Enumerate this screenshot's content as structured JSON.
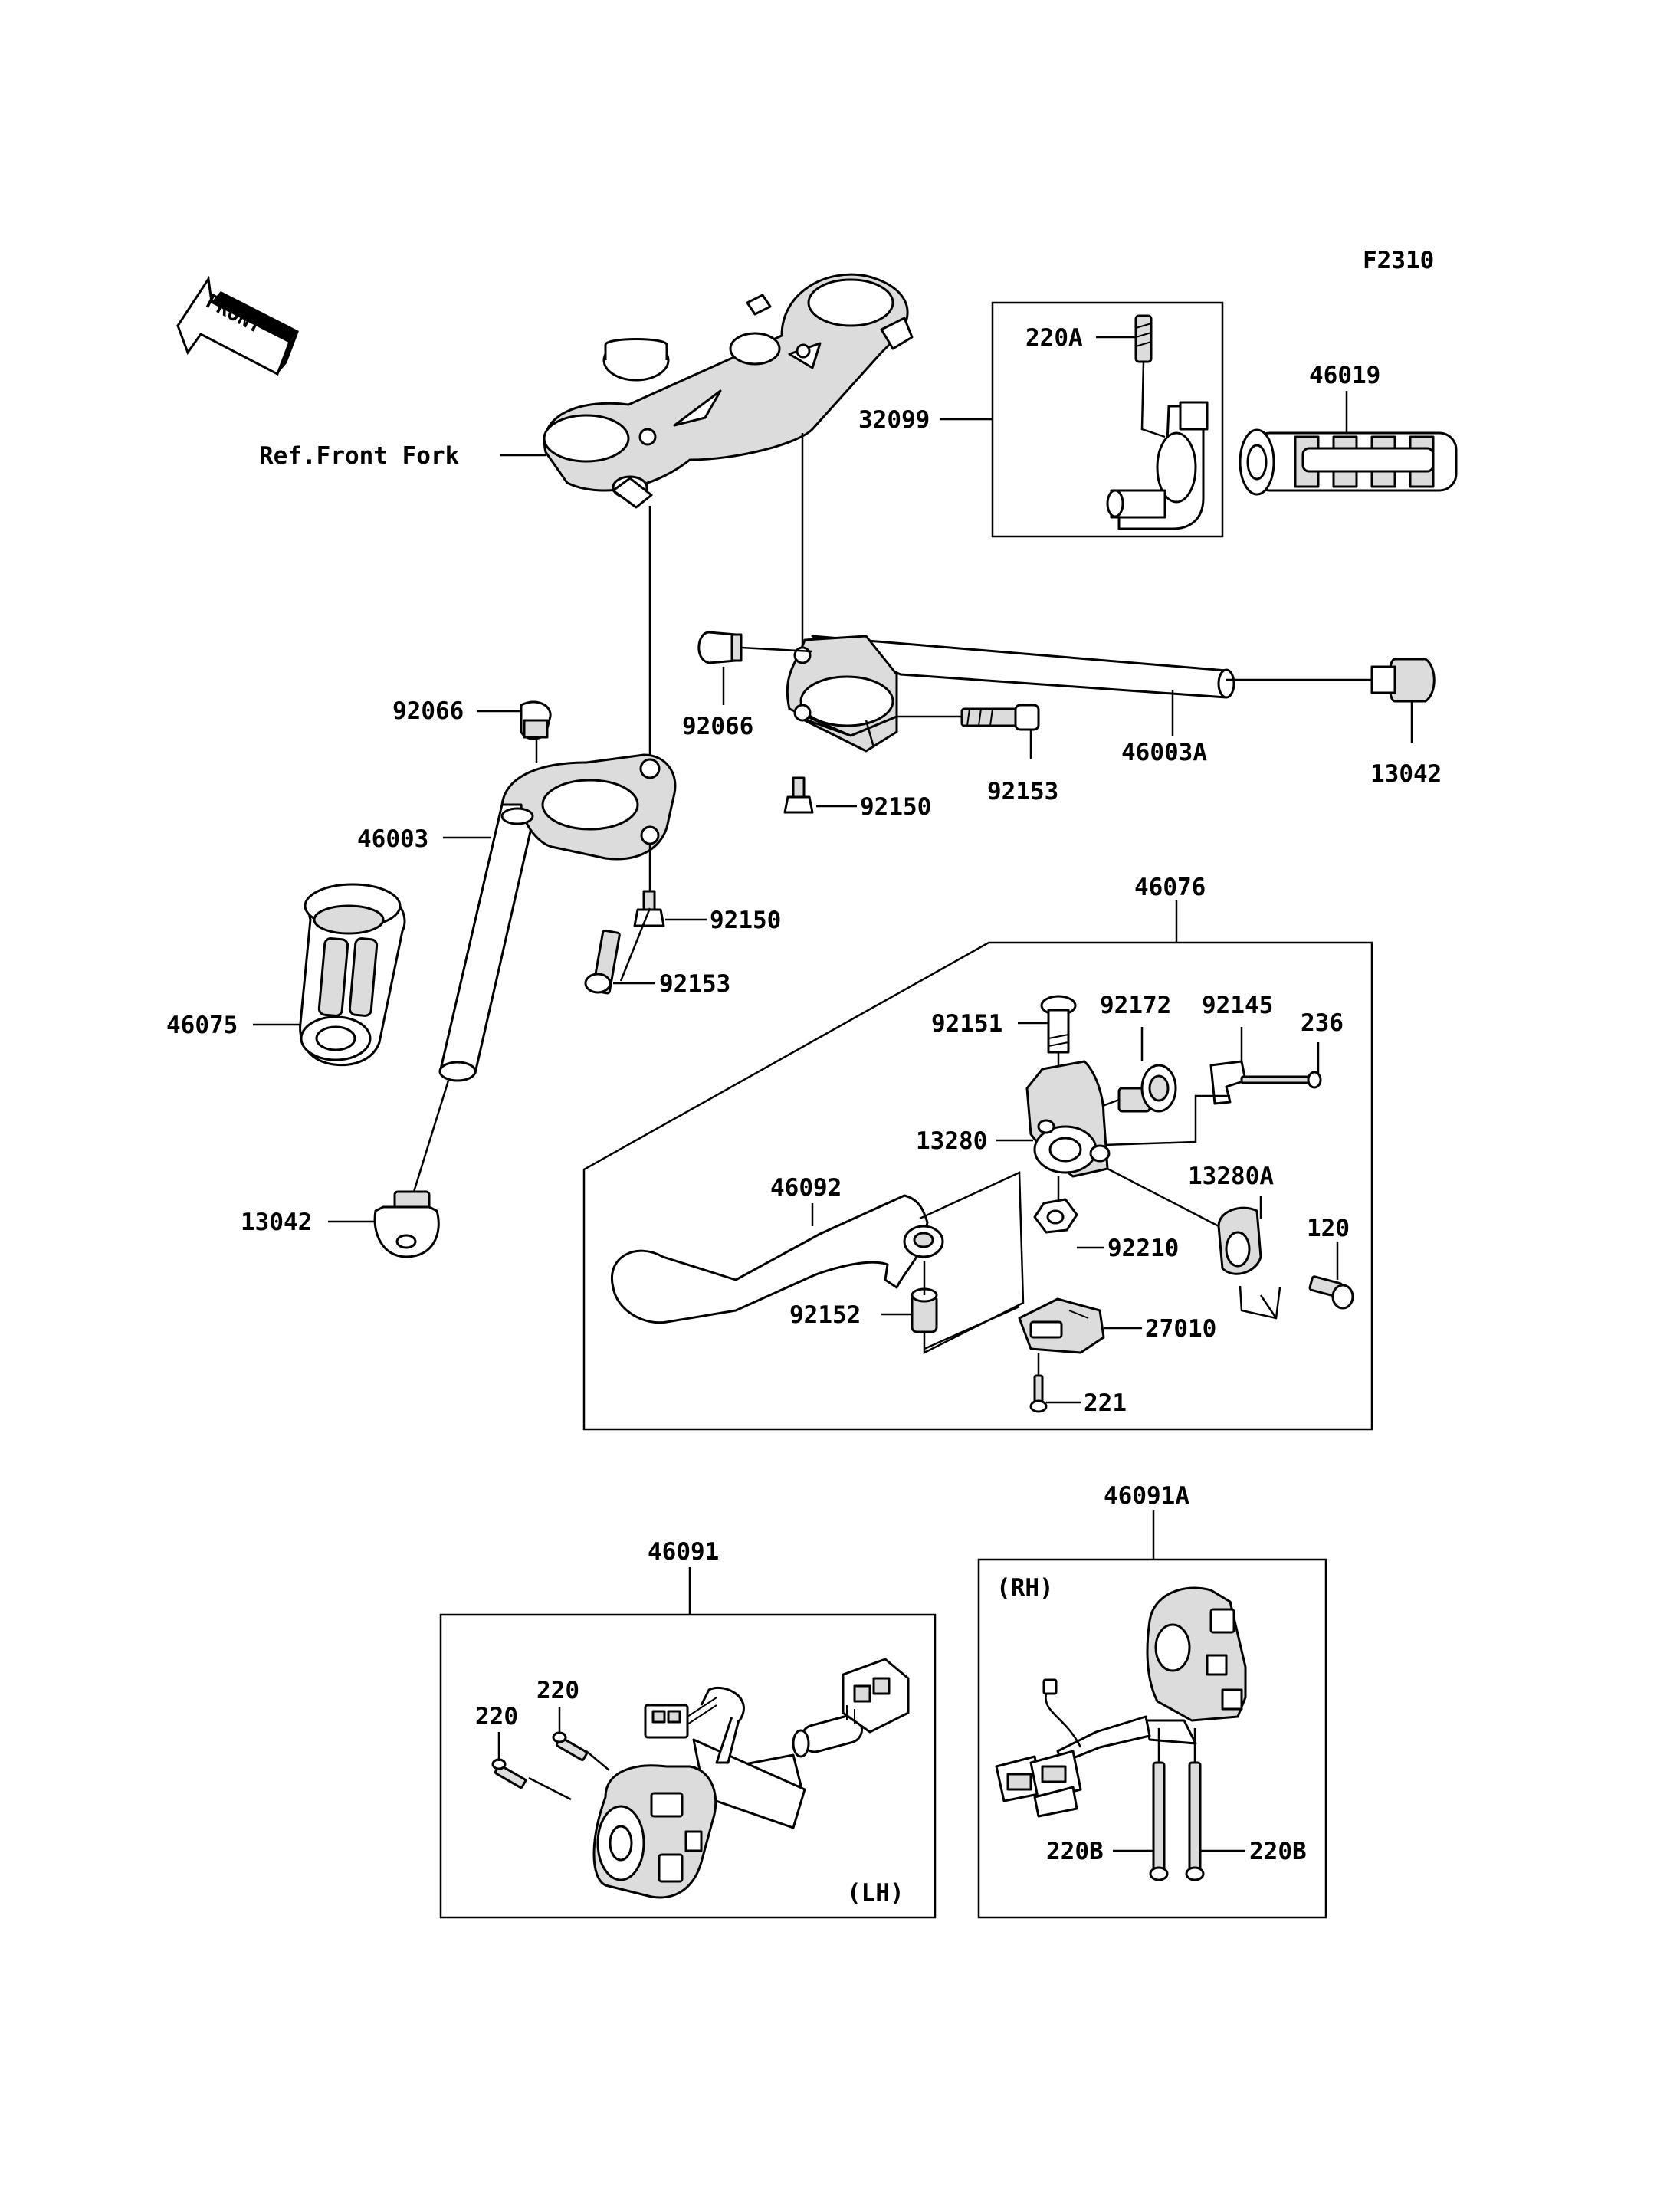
{
  "figure_code": "F2310",
  "front_arrow_text": "FRONT",
  "ref_label": "Ref.Front Fork",
  "side_labels": {
    "lh": "(LH)",
    "rh": "(RH)"
  },
  "labels": {
    "p220A": "220A",
    "p32099": "32099",
    "p46019": "46019",
    "p92066_left": "92066",
    "p92066_right": "92066",
    "p46003A": "46003A",
    "p13042_right": "13042",
    "p92153_right": "92153",
    "p92150_right": "92150",
    "p46003": "46003",
    "p92150_left": "92150",
    "p92153_left": "92153",
    "p46075": "46075",
    "p13042_left": "13042",
    "p46076": "46076",
    "p92151": "92151",
    "p92172": "92172",
    "p92145": "92145",
    "p236": "236",
    "p13280": "13280",
    "p13280A": "13280A",
    "p46092": "46092",
    "p92210": "92210",
    "p120": "120",
    "p92152": "92152",
    "p27010": "27010",
    "p221": "221",
    "p46091": "46091",
    "p220_a": "220",
    "p220_b": "220",
    "p46091A": "46091A",
    "p220B_left": "220B",
    "p220B_right": "220B"
  }
}
